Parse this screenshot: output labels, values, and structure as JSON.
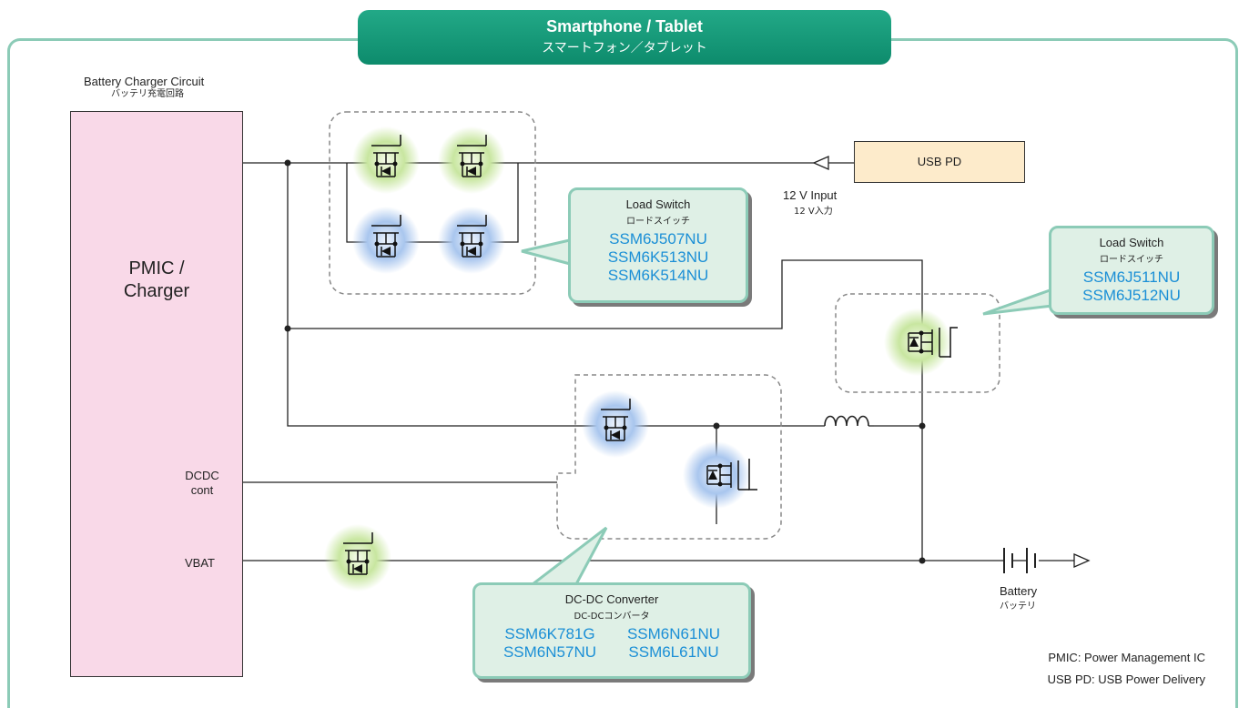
{
  "header": {
    "title": "Smartphone / Tablet",
    "subtitle_jp": "スマートフォン／タブレット"
  },
  "charger_circuit": {
    "label": "Battery Charger Circuit",
    "label_jp": "バッテリ充電回路"
  },
  "pmic": {
    "line1": "PMIC /",
    "line2": "Charger"
  },
  "pins": {
    "dcdc_line1": "DCDC",
    "dcdc_line2": "cont",
    "vbat": "VBAT"
  },
  "usb_pd": {
    "label": "USB PD"
  },
  "input": {
    "label": "12 V Input",
    "label_jp": "12 V入力"
  },
  "battery": {
    "label": "Battery",
    "label_jp": "バッテリ"
  },
  "callouts": {
    "load_switch_1": {
      "title": "Load Switch",
      "title_jp": "ロードスイッチ",
      "parts": [
        "SSM6J507NU",
        "SSM6K513NU",
        "SSM6K514NU"
      ]
    },
    "load_switch_2": {
      "title": "Load Switch",
      "title_jp": "ロードスイッチ",
      "parts": [
        "SSM6J511NU",
        "SSM6J512NU"
      ]
    },
    "dcdc": {
      "title": "DC-DC Converter",
      "title_jp": "DC-DCコンバータ",
      "parts": [
        "SSM6K781G",
        "SSM6N61NU",
        "SSM6N57NU",
        "SSM6L61NU"
      ]
    }
  },
  "notes": {
    "pmic": "PMIC: Power Management IC",
    "usbpd": "USB PD: USB Power Delivery"
  },
  "colors": {
    "frame": "#8ccbb7",
    "title_bg": "#129b79",
    "pmic_fill": "#f9d9e8",
    "usbpd_fill": "#fdebcb",
    "callout_fill": "#dff0e6",
    "part_number": "#1b8fd6",
    "glow_green": "#a8d57a",
    "glow_blue": "#8fb5e6"
  }
}
